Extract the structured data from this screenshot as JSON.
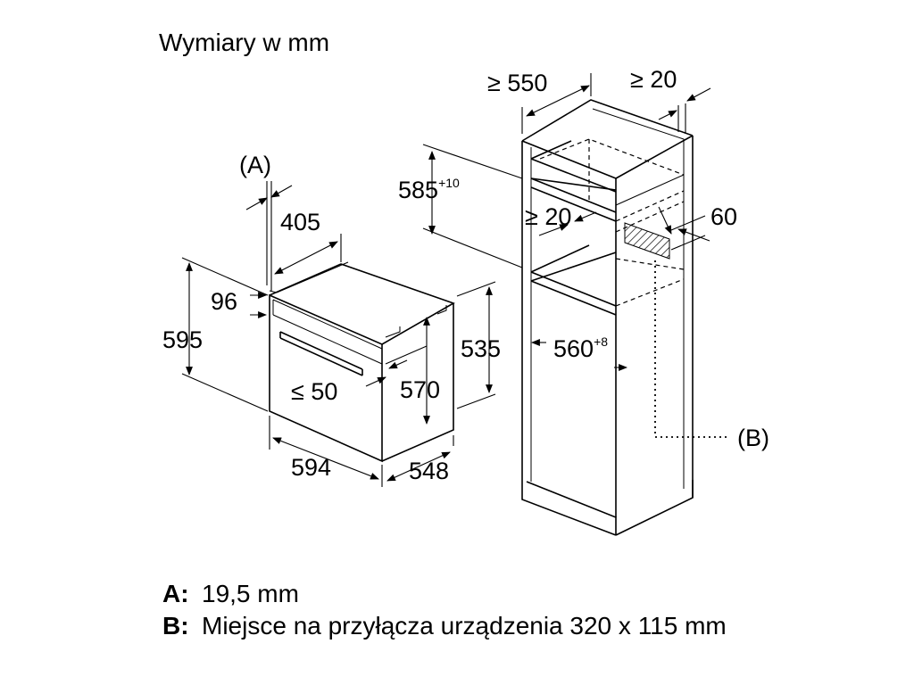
{
  "title": "Wymiary w mm",
  "dimensions": {
    "oven": {
      "label_a": "(A)",
      "depth_front": "405",
      "front_height": "96",
      "height": "595",
      "width": "594",
      "depth": "548",
      "inner_height": "570",
      "panel_height": "535",
      "handle_offset": "≤ 50"
    },
    "cabinet": {
      "depth_min": "≥ 550",
      "back_gap": "≥ 20",
      "niche_height": "585",
      "niche_height_tol": "+10",
      "vent_gap": "≥ 20",
      "vent_height": "60",
      "niche_width": "560",
      "niche_width_tol": "+8",
      "label_b": "(B)"
    }
  },
  "legend": [
    {
      "key": "A:",
      "text": "19,5 mm"
    },
    {
      "key": "B:",
      "text": "Miejsce na przyłącza urządzenia 320 x 115 mm"
    }
  ]
}
